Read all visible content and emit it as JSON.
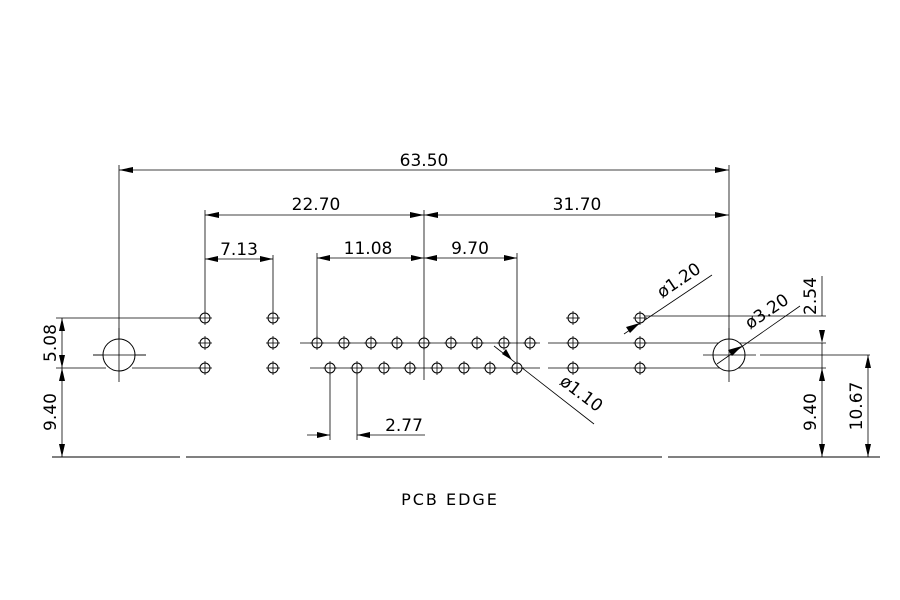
{
  "drawing": {
    "dimensions": {
      "overall_width": "63.50",
      "left_span": "22.70",
      "right_span": "31.70",
      "left_pitch": "7.13",
      "middle_span": "11.08",
      "right_pitch": "9.70",
      "pin_spacing": "2.77",
      "row_pitch_left": "5.08",
      "edge_offset_left": "9.40",
      "row_pitch_right": "2.54",
      "edge_offset_right": "9.40",
      "edge_offset_total": "10.67",
      "hole_dia_small": "ø1.20",
      "hole_dia_large": "ø3.20",
      "hole_dia_pin": "ø1.10"
    },
    "edge_label": "PCB EDGE"
  }
}
